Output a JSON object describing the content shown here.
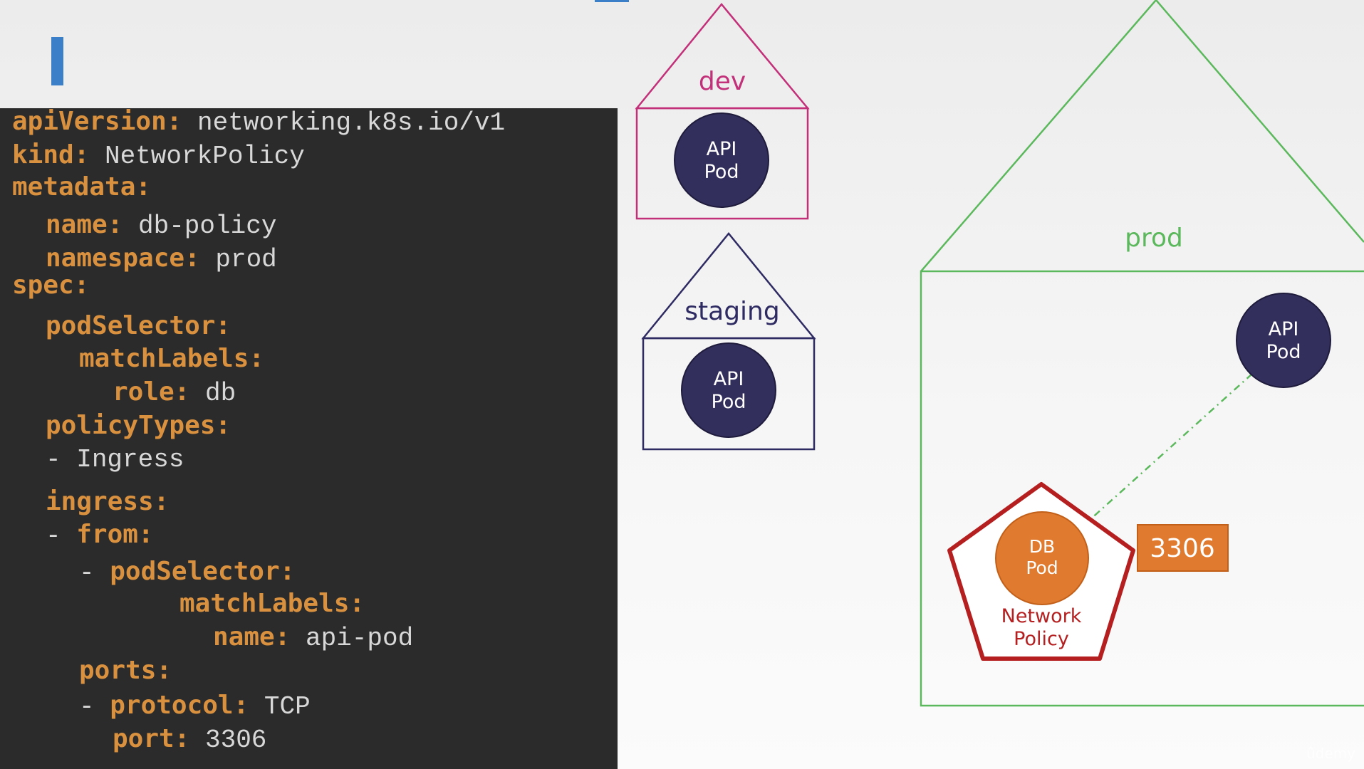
{
  "yaml": [
    {
      "indent": 0,
      "dash": "",
      "key": "apiVersion",
      "value": "networking.k8s.io/v1"
    },
    {
      "indent": 0,
      "dash": "",
      "key": "kind",
      "value": "NetworkPolicy"
    },
    {
      "indent": 0,
      "dash": "",
      "key": "metadata",
      "value": ""
    },
    {
      "indent": 1,
      "dash": "",
      "key": "name",
      "value": "db-policy"
    },
    {
      "indent": 1,
      "dash": "",
      "key": "namespace",
      "value": "prod"
    },
    {
      "indent": 0,
      "dash": "",
      "key": "spec",
      "value": ""
    },
    {
      "indent": 1,
      "dash": "",
      "key": "podSelector",
      "value": ""
    },
    {
      "indent": 2,
      "dash": "",
      "key": "matchLabels",
      "value": ""
    },
    {
      "indent": 3,
      "dash": "",
      "key": "role",
      "value": "db"
    },
    {
      "indent": 1,
      "dash": "",
      "key": "policyTypes",
      "value": ""
    },
    {
      "indent": 1,
      "dash": "- ",
      "key": "",
      "value": "Ingress"
    },
    {
      "indent": 1,
      "dash": "",
      "key": "ingress",
      "value": ""
    },
    {
      "indent": 1,
      "dash": "- ",
      "key": "from",
      "value": ""
    },
    {
      "indent": 2,
      "dash": "- ",
      "key": "podSelector",
      "value": ""
    },
    {
      "indent": 5,
      "dash": "",
      "key": "matchLabels",
      "value": ""
    },
    {
      "indent": 6,
      "dash": "",
      "key": "name",
      "value": "api-pod"
    },
    {
      "indent": 2,
      "dash": "",
      "key": "ports",
      "value": ""
    },
    {
      "indent": 2,
      "dash": "- ",
      "key": "protocol",
      "value": "TCP"
    },
    {
      "indent": 3,
      "dash": "",
      "key": "port",
      "value": "3306"
    }
  ],
  "namespaces": {
    "dev": {
      "label": "dev",
      "color": "#c2307a"
    },
    "staging": {
      "label": "staging",
      "color": "#2e2a62"
    },
    "prod": {
      "label": "prod",
      "color": "#5cb85c"
    }
  },
  "pods": {
    "dev_api": {
      "line1": "API",
      "line2": "Pod"
    },
    "staging_api": {
      "line1": "API",
      "line2": "Pod"
    },
    "prod_api": {
      "line1": "API",
      "line2": "Pod"
    },
    "db": {
      "line1": "DB",
      "line2": "Pod"
    }
  },
  "policy": {
    "line1": "Network",
    "line2": "Policy",
    "color": "#b51f1f"
  },
  "port_badge": {
    "label": "3306",
    "color": "#e07a2e"
  },
  "colors": {
    "pod_fill": "#332f5c",
    "db_fill": "#e07a2e",
    "code_bg": "#2b2b2b",
    "code_key": "#d9913f",
    "code_value": "#d8d8d8",
    "accent": "#3a7fc8",
    "link": "#5cb85c"
  },
  "watermark": "ûdemy"
}
